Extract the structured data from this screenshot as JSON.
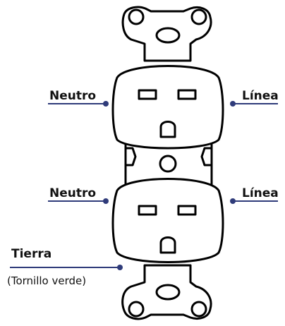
{
  "labels": {
    "neutral_top": "Neutro",
    "line_top": "Línea",
    "neutral_bottom": "Neutro",
    "line_bottom": "Línea",
    "ground": "Tierra",
    "ground_note": "(Tornillo verde)"
  },
  "colors": {
    "leader": "#2f3b7a",
    "outline": "#000000",
    "text": "#111111"
  }
}
